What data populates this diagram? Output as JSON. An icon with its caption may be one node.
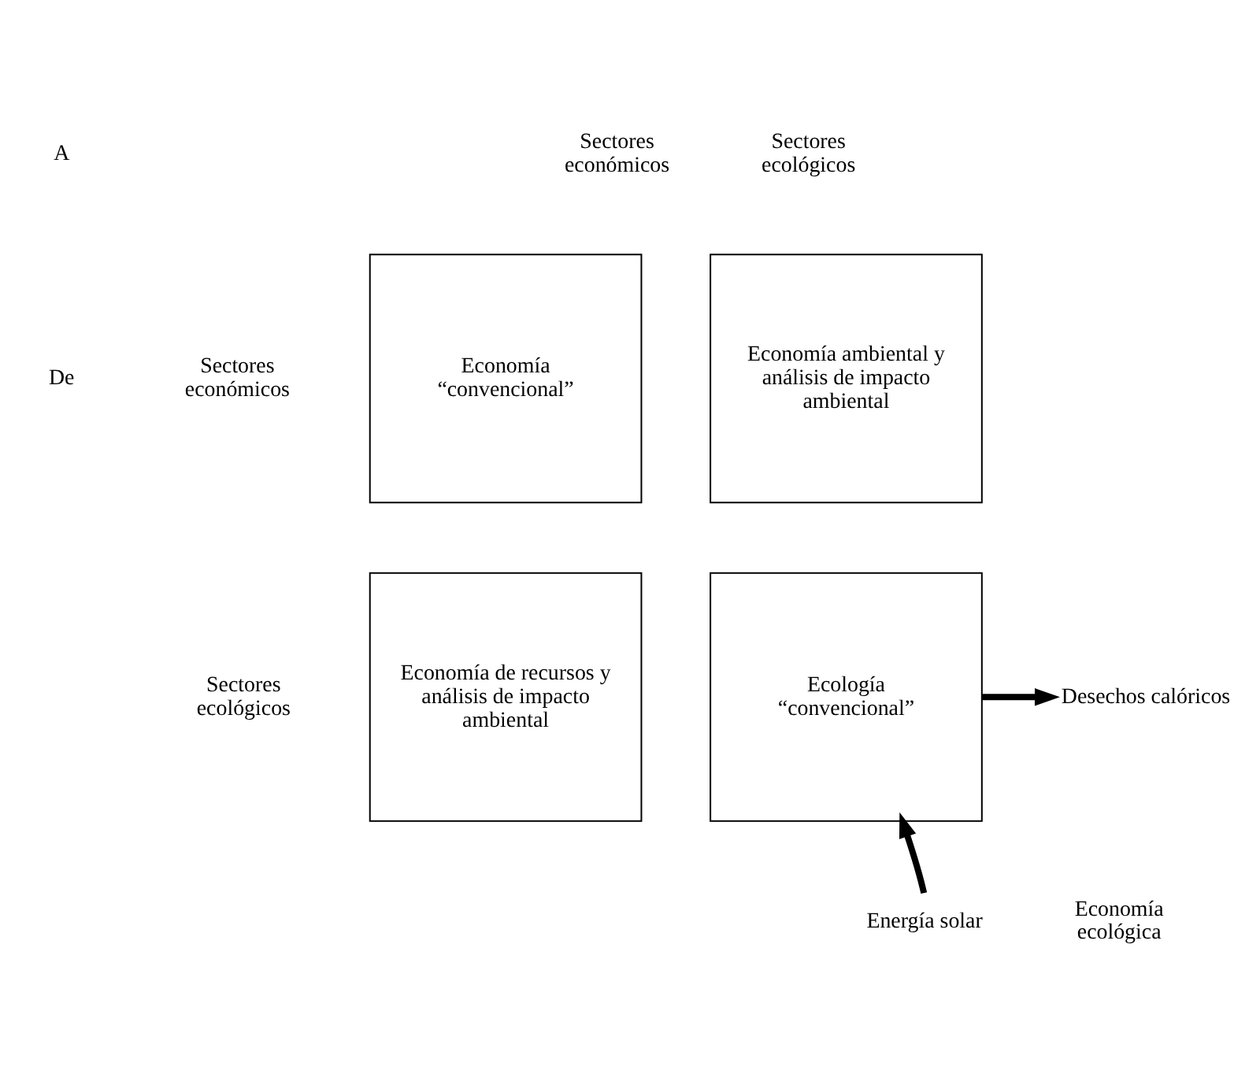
{
  "diagram": {
    "nodes": [
      {
        "text": [
          "Economía “convencional”"
        ]
      },
      {
        "text": [
          "Economía ambiental y análisis de impacto ambiental"
        ]
      },
      {
        "text": [
          "Economía de recursos y análisis de impacto ambiental"
        ]
      },
      {
        "text": [
          "Ecología “convencional”"
        ]
      },
      {
        "text": [
          "Desechos calóricos"
        ]
      },
      {
        "text": [
          "Energía solar"
        ]
      }
    ],
    "edges": [
      {
        "from": 5,
        "to": 3,
        "arrow": "to"
      },
      {
        "from": 3,
        "to": 4,
        "arrow": "to"
      }
    ],
    "labels": [
      "A",
      "De",
      "Sectores económicos",
      "Sectores ecológicos",
      "Sectores económicos",
      "Sectores ecológicos",
      "Economía ecológica"
    ]
  }
}
